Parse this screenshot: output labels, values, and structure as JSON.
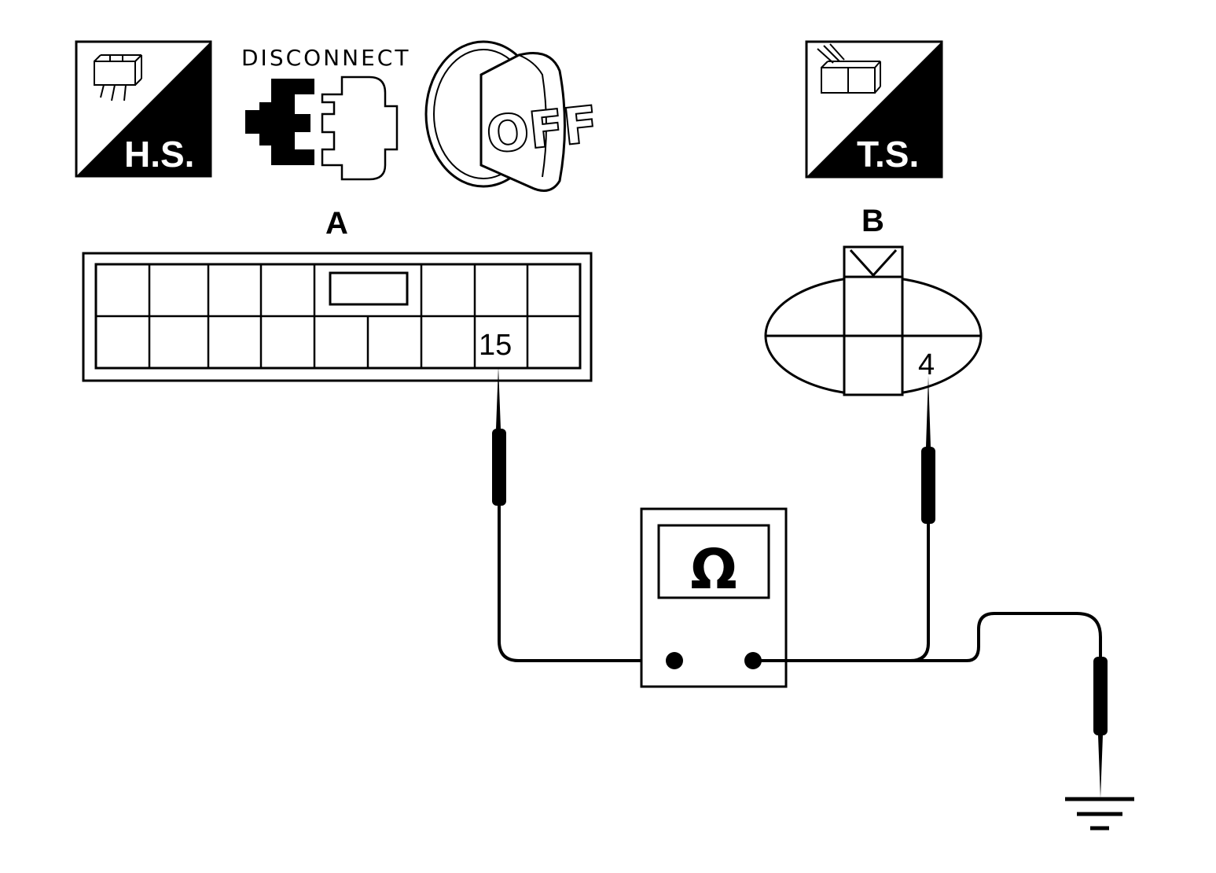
{
  "icons": {
    "harness_side": {
      "label": "H.S.",
      "icon": "harness-side-connector-icon"
    },
    "disconnect": {
      "label": "DISCONNECT",
      "icon": "disconnect-connector-icon"
    },
    "ignition": {
      "label": "OFF",
      "icon": "ignition-key-off-icon"
    },
    "terminal_side": {
      "label": "T.S.",
      "icon": "terminal-side-connector-icon"
    }
  },
  "connector_a": {
    "label": "A",
    "terminal": "15"
  },
  "connector_b": {
    "label": "B",
    "terminal": "4"
  },
  "meter": {
    "symbol": "Ω",
    "icon": "ohmmeter-icon"
  },
  "ground": {
    "icon": "ground-symbol-icon"
  }
}
